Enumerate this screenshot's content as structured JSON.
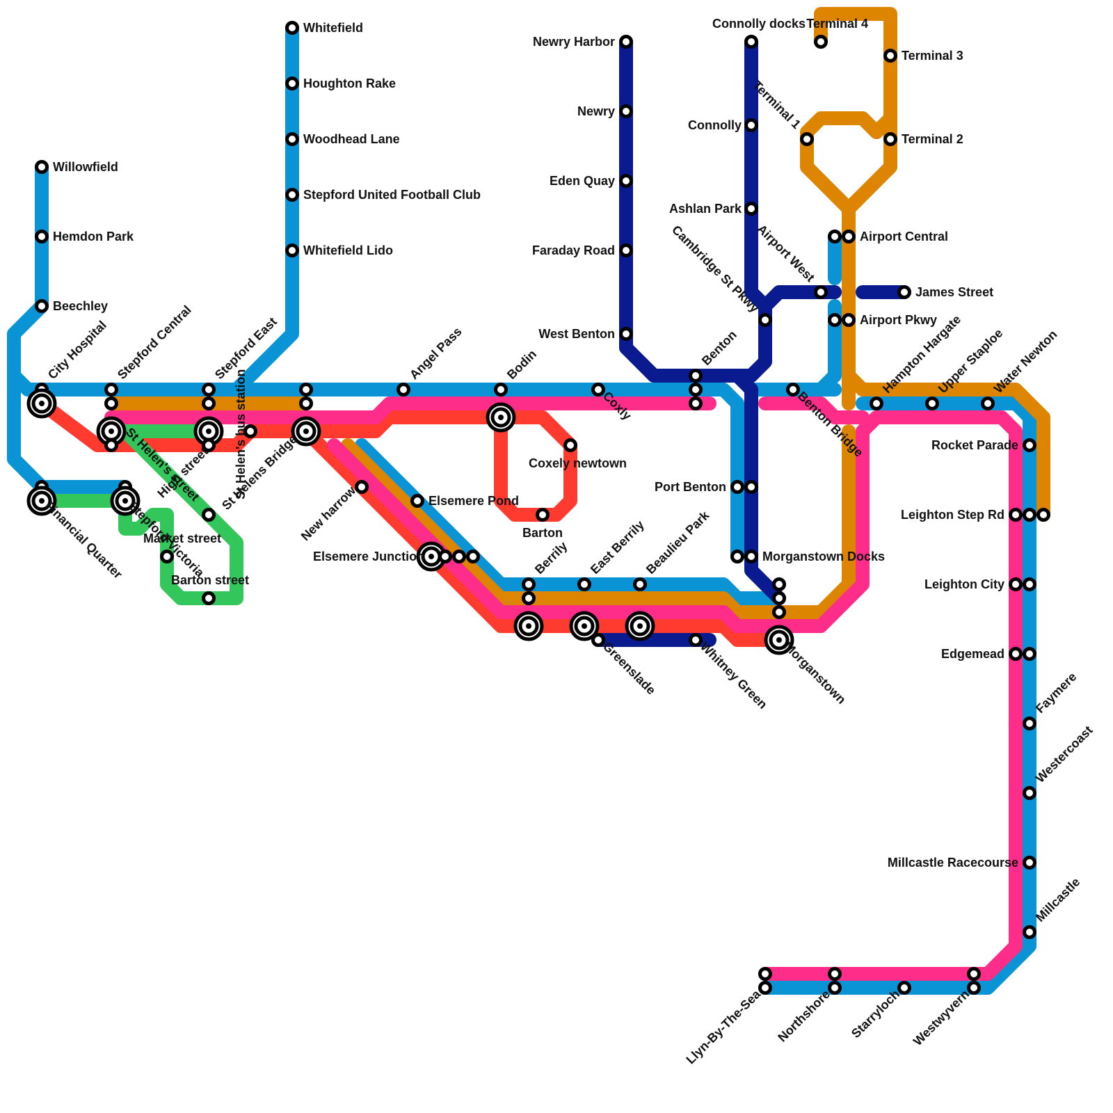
{
  "colors": {
    "light_blue": "#0a94d6",
    "dark_blue": "#0a1a8f",
    "orange": "#dd8500",
    "red": "#ff3b30",
    "pink": "#ff2d8a",
    "green": "#33c65a"
  },
  "lines": [
    "light_blue",
    "dark_blue",
    "orange",
    "red",
    "pink",
    "green"
  ],
  "stations": {
    "willowfield": "Willowfield",
    "hemdon_park": "Hemdon Park",
    "beechley": "Beechley",
    "city_hospital": "City Hospital",
    "stepford_central": "Stepford Central",
    "stepford_east": "Stepford East",
    "financial_quarter": "Financial Quarter",
    "stepford_victoria": "Stepford Victoria",
    "st_helens_street": "St Helen's street",
    "high_street": "High street",
    "st_helens_bus_station": "St Helen's bus station",
    "st_helens_bridge": "St Helens Bridge",
    "market_street": "Market street",
    "barton_street": "Barton street",
    "whitefield": "Whitefield",
    "houghton_rake": "Houghton Rake",
    "woodhead_lane": "Woodhead Lane",
    "stepford_united": "Stepford United Football Club",
    "whitefield_lido": "Whitefield Lido",
    "angel_pass": "Angel Pass",
    "new_harrow": "New harrow",
    "elsemere_pond": "Elsemere Pond",
    "elsemere_junction": "Elsemere Junction",
    "bodin": "Bodin",
    "coxly_newtown": "Coxely newtown",
    "barton": "Barton",
    "coxly": "Coxly",
    "berrily": "Berrily",
    "east_berrily": "East Berrily",
    "beaulieu_park": "Beaulieu Park",
    "greenslade": "Greenslade",
    "whitney_green": "Whitney Green",
    "newry_harbor": "Newry Harbor",
    "newry": "Newry",
    "eden_quay": "Eden Quay",
    "faraday_road": "Faraday Road",
    "west_benton": "West Benton",
    "benton": "Benton",
    "connolly_docks": "Connolly docks",
    "connolly": "Connolly",
    "ashlan_park": "Ashlan Park",
    "cambridge_st_pkwy": "Cambridge St Pkwy",
    "port_benton": "Port Benton",
    "morganstown_docks": "Morganstown Docks",
    "morganstown": "Morganstown",
    "benton_bridge": "Benton Bridge",
    "terminal_4": "Terminal 4",
    "terminal_3": "Terminal 3",
    "terminal_2": "Terminal 2",
    "terminal_1": "Terminal 1",
    "airport_central": "Airport Central",
    "airport_west": "Airport West",
    "james_street": "James Street",
    "airport_pkwy": "Airport Pkwy",
    "hampton_hargate": "Hampton Hargate",
    "upper_staploe": "Upper Staploe",
    "water_newton": "Water Newton",
    "rocket_parade": "Rocket Parade",
    "leighton_step_rd": "Leighton Step Rd",
    "leighton_city": "Leighton City",
    "edgemead": "Edgemead",
    "faymere": "Faymere",
    "westercoast": "Westercoast",
    "millcastle_racecourse": "Millcastle Racecourse",
    "millcastle": "Millcastle",
    "llyn_by_the_sea": "Llyn-By-The-Sea",
    "northshore": "Northshore",
    "starryloch": "Starryloch",
    "westwyvern": "Westwyvern"
  }
}
